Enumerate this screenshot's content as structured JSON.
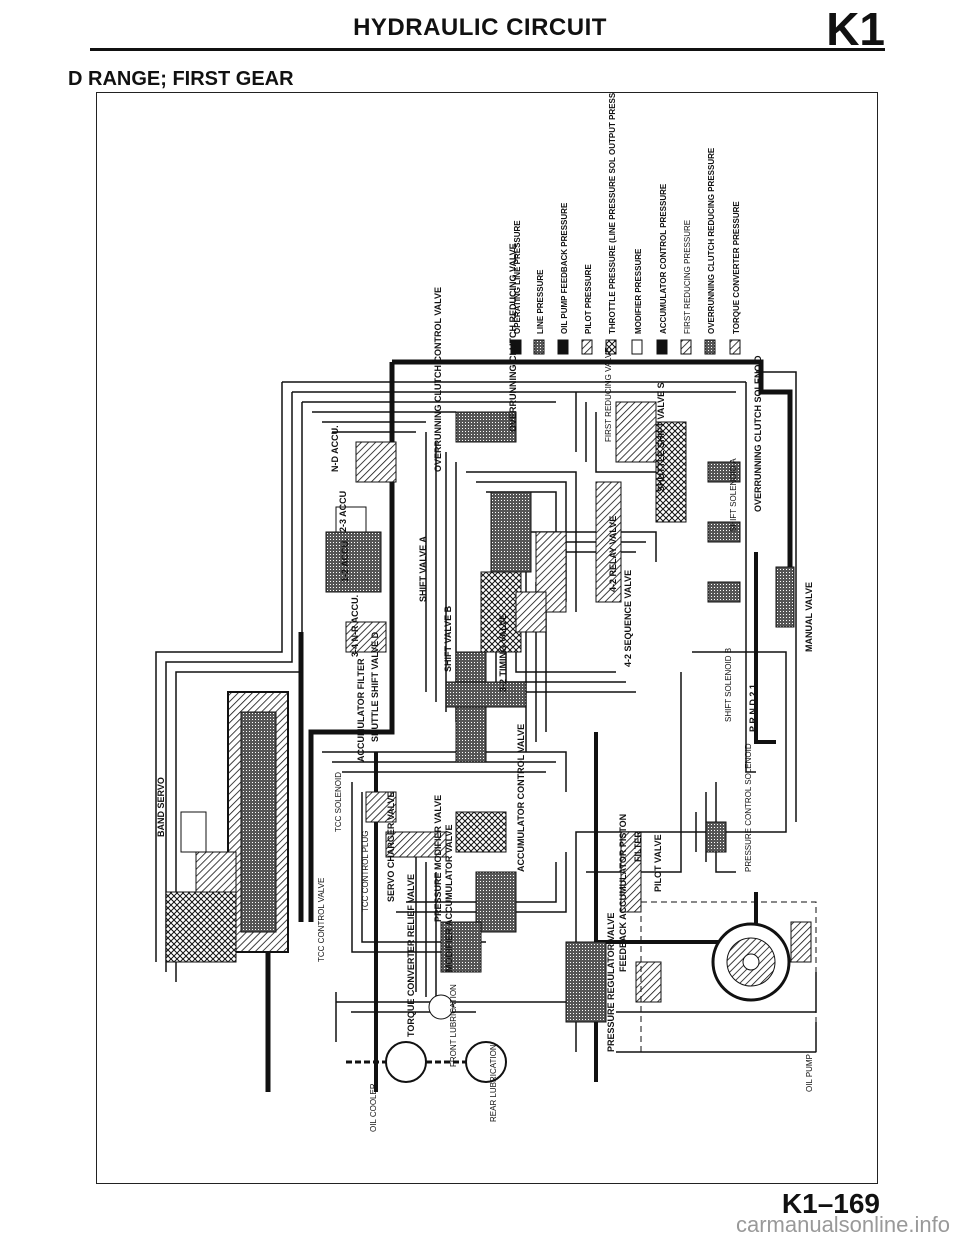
{
  "header": {
    "title": "HYDRAULIC CIRCUIT",
    "section_code": "K1"
  },
  "subtitle": "D RANGE; FIRST GEAR",
  "page_number": "K1–169",
  "watermark": "carmanualsonline.info",
  "legend": [
    {
      "label": "OPERATING LINE PRESSURE",
      "pattern": "solid"
    },
    {
      "label": "LINE PRESSURE",
      "pattern": "dense"
    },
    {
      "label": "OIL PUMP FEEDBACK PRESSURE",
      "pattern": "solid"
    },
    {
      "label": "PILOT PRESSURE",
      "pattern": "hatch"
    },
    {
      "label": "THROTTLE PRESSURE (LINE PRESSURE SOL OUTPUT PRESSURE)",
      "pattern": "cross"
    },
    {
      "label": "MODIFIER PRESSURE",
      "pattern": "empty"
    },
    {
      "label": "ACCUMULATOR CONTROL PRESSURE",
      "pattern": "solid"
    },
    {
      "label": "FIRST REDUCING PRESSURE",
      "pattern": "hatch"
    },
    {
      "label": "OVERRUNNING CLUTCH REDUCING PRESSURE",
      "pattern": "dense"
    },
    {
      "label": "TORQUE CONVERTER PRESSURE",
      "pattern": "hatch"
    }
  ],
  "components": {
    "overrunning_clutch_reducing_valve": "OVERRUNNING CLUTCH REDUCING VALVE",
    "overrunning_clutch_control_valve": "OVERRUNNING CLUTCH CONTROL VALVE",
    "first_reducing_valve": "FIRST REDUCING VALVE",
    "shuttle_shift_valve_s": "SHUTTLE SHIFT VALVE S",
    "overrunning_clutch_solenoid": "OVERRUNNING CLUTCH SOLENOID",
    "shift_solenoid_a": "SHIFT SOLENOID A",
    "shift_solenoid_b": "SHIFT SOLENOID B",
    "nd_accu": "N-D ACCU.",
    "accu_23": "2-3 ACCU",
    "accu_12": "1-2 ACCU.",
    "accu_34_nr": "3-4 N-R ACCU.",
    "shift_valve_a": "SHIFT VALVE A",
    "shift_valve_b": "SHIFT VALVE B",
    "relay_valve_42": "4-2 RELAY VALVE",
    "sequence_valve_42": "4-2 SEQUENCE VALVE",
    "timing_valve_32": "3-2 TIMING VALVE",
    "manual_valve": "MANUAL VALVE",
    "prnd21": "P R N D 2 1",
    "accumulator_filter": "ACCUMULATOR FILTER",
    "shuttle_shift_valve_d": "SHUTTLE SHIFT VALVE D",
    "band_servo": "BAND SERVO",
    "tcc_solenoid": "TCC SOLENOID",
    "accumulator_control_valve": "ACCUMULATOR CONTROL VALVE",
    "filter": "FILTER",
    "pilot_valve": "PILOT VALVE",
    "pressure_control_solenoid": "PRESSURE CONTROL SOLENOID",
    "tcc_control_valve": "TCC CONTROL VALVE",
    "tcc_control_plug": "TCC CONTROL PLUG",
    "servo_charger_valve": "SERVO CHARGER VALVE",
    "pressure_modifier_valve": "PRESSURE MODIFIER VALVE",
    "modifier_accumulator_valve": "MODIFIER ACCUMULATOR VALVE",
    "feedback_accumulator_piston": "FEEDBACK ACCUMULATOR PISTON",
    "pressure_regulator_valve": "PRESSURE REGULATOR VALVE",
    "torque_converter_relief_valve": "TORQUE CONVERTER RELIEF VALVE",
    "front_lubrication": "FRONT LUBRICATION",
    "rear_lubrication": "REAR LUBRICATION",
    "oil_cooler": "OIL COOLER",
    "oil_pump": "OIL PUMP"
  }
}
